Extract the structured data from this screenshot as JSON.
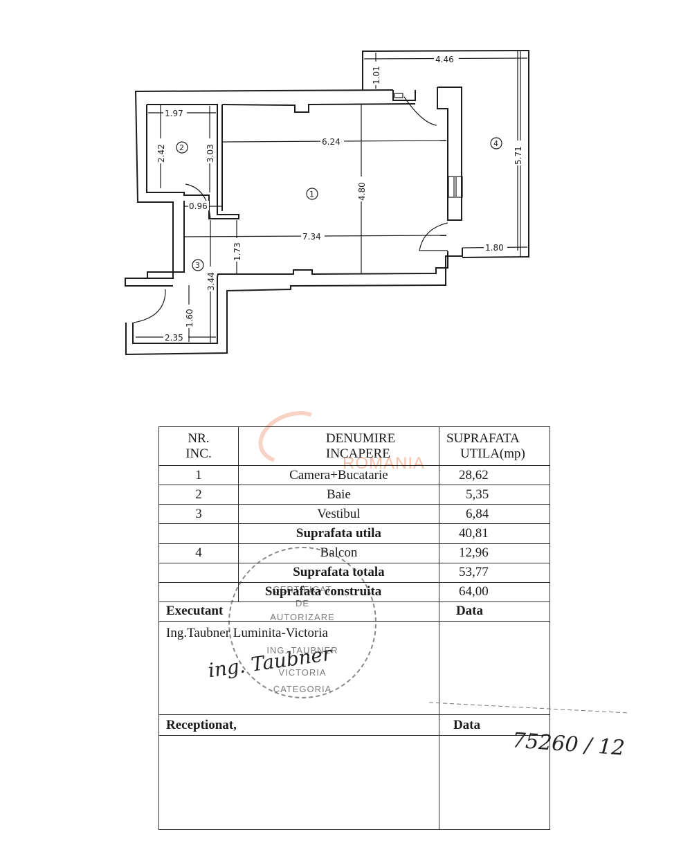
{
  "floor_plan": {
    "rooms": [
      {
        "number": "1",
        "label": "①"
      },
      {
        "number": "2",
        "label": "②"
      },
      {
        "number": "3",
        "label": "③"
      },
      {
        "number": "4",
        "label": "④"
      }
    ],
    "dimensions": {
      "room2_width": "1.97",
      "room2_height": "2.42",
      "room2_depth": "3.03",
      "door_width": "0.96",
      "room1_width_top": "6.24",
      "room1_height": "4.80",
      "room1_width_bottom": "7.34",
      "room1_offset": "1.73",
      "balcony_width": "4.46",
      "balcony_offset": "1.01",
      "balcony_length": "5.71",
      "balcony_bottom": "1.80",
      "vestibule_length": "3.44",
      "vestibule_door": "1.60",
      "vestibule_width": "2.35"
    }
  },
  "watermark": {
    "text": "ROMANIA",
    "color": "#eb7846"
  },
  "table": {
    "headers": {
      "nr_line1": "NR.",
      "nr_line2": "INC.",
      "name_line1": "DENUMIRE",
      "name_line2": "INCAPERE",
      "area_line1": "SUPRAFATA",
      "area_line2": "UTILA(mp)"
    },
    "rows": [
      {
        "nr": "1",
        "name": "Camera+Bucatarie",
        "area": "28,62"
      },
      {
        "nr": "2",
        "name": "Baie",
        "area": "5,35"
      },
      {
        "nr": "3",
        "name": "Vestibul",
        "area": "6,84"
      },
      {
        "nr": "",
        "name": "Suprafata utila",
        "area": "40,81"
      },
      {
        "nr": "4",
        "name": "Balcon",
        "area": "12,96"
      },
      {
        "nr": "",
        "name": "Suprafata totala",
        "area": "53,77"
      },
      {
        "nr": "",
        "name": "Suprafata construita",
        "area": "64,00"
      }
    ],
    "executant_label": "Executant",
    "executant_date_label": "Data",
    "executant_name": "Ing.Taubner Luminita-Victoria",
    "receptionat_label": "Receptionat,",
    "receptionat_date_label": "Data"
  },
  "stamp": {
    "line1": "CERTIFICAT",
    "line2": "DE",
    "line3": "AUTORIZARE",
    "line4": "ING. TAUBNER",
    "line5": "VICTORIA",
    "line6": "CATEGORIA"
  },
  "signature": {
    "text": "ing. Taubner"
  },
  "handwritten_note": {
    "text": "75260 / 12"
  }
}
